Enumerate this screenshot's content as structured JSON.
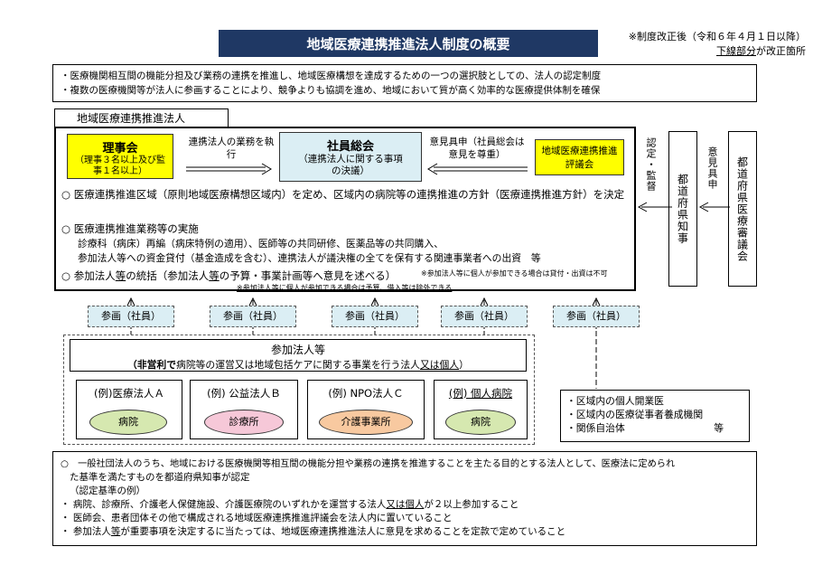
{
  "header": {
    "title": "地域医療連携推進法人制度の概要",
    "note_line1": "※制度改正後（令和６年４月１日以降）",
    "note_line2_underlined": "下線部分",
    "note_line2_rest": "が改正箇所"
  },
  "intro": {
    "line1": "・医療機関相互間の機能分担及び業務の連携を推進し、地域医療構想を達成するための一つの選択肢としての、法人の認定制度",
    "line2": "・複数の医療機関等が法人に参画することにより、競争よりも協調を進め、地域において質が高く効率的な医療提供体制を確保"
  },
  "corporation": {
    "tab_label": "地域医療連携推進法人",
    "board": {
      "title": "理事会",
      "sub": "（理事３名以上及び監事１名以上）"
    },
    "board_arrow_label": "連携法人の業務を執行",
    "assembly": {
      "title": "社員総会",
      "sub": "（連携法人に関する事項の決議）"
    },
    "council_arrow_label": "意見具申（社員総会は意見を尊重）",
    "council": "地域医療連携推進評議会",
    "item1": "○ 医療連携推進区域（原則地域医療構想区域内）を定め、区域内の病院等の連携推進の方針（医療連携推進方針）を決定",
    "item2_title": "○ 医療連携推進業務等の実施",
    "item2_line1": "診療科（病床）再編（病床特例の適用）、医師等の共同研修、医薬品等の共同購入、",
    "item2_line2": "参加法人等への資金貸付（基金造成を含む）、連携法人が議決権の全てを保有する関連事業者への出資　等",
    "item3_prefix": "○ 参加法人",
    "item3_underlined": "等",
    "item3_rest": "の統括（参加法人",
    "item3_underlined2": "等",
    "item3_end": "の予算・事業計画等へ意見を述べる）",
    "item3_note": "※参加法人等に個人が参加できる場合は貸付・出資は不可",
    "item3_note2": "※参加法人等に個人が参加できる場合は予算、借入等は除外できる"
  },
  "right_side": {
    "ninteikanto": "認定・監督",
    "iken": "意見具申",
    "governor": "都道府県知事",
    "council": "都道府県医療審議会"
  },
  "participation": {
    "labels": [
      "参画（社員）",
      "参画（社員）",
      "参画（社員）",
      "参画（社員）",
      "参画（社員）"
    ],
    "group_title": "参加法人等",
    "group_sub_bold": "（非営利で",
    "group_sub_rest": "病院等の運営又は地域包括ケアに関する事業を行う法人",
    "group_sub_underlined": "又は個人",
    "group_sub_end": "）",
    "examples": [
      {
        "name": "(例)医療法人Ａ",
        "facility": "病院",
        "color": "#d6e8b0"
      },
      {
        "name": "(例) 公益法人Ｂ",
        "facility": "診療所",
        "color": "#f6c8d8"
      },
      {
        "name": "(例) NPO法人Ｃ",
        "facility": "介護事業所",
        "color": "#f8c9a0"
      },
      {
        "name": "(例) 個人病院",
        "facility": "病院",
        "color": "#d6e8b0"
      }
    ],
    "others": {
      "line1": "・区域内の個人開業医",
      "line2": "・区域内の医療従事者養成機関",
      "line3": "・関係自治体",
      "line3_suffix": "等"
    }
  },
  "criteria": {
    "line1": "○　一般社団法人のうち、地域における医療機関等相互間の機能分担や業務の連携を推進することを主たる目的とする法人として、医療法に定められ",
    "line2": "た基準を満たすものを都道府県知事が認定",
    "line3": "（認定基準の例）",
    "line4_a": "・ 病院、診療所、介護老人保健施設、介護医療院のいずれかを運営する法人",
    "line4_u": "又は個人",
    "line4_b": "が２以上参加すること",
    "line5": "・ 医師会、患者団体その他で構成される地域医療連携推進評議会を法人内に置いていること",
    "line6_a": "・ 参加法人",
    "line6_u": "等",
    "line6_b": "が重要事項を決定するに当たっては、地域医療連携推進法人に意見を求めることを定款で定めていること"
  }
}
